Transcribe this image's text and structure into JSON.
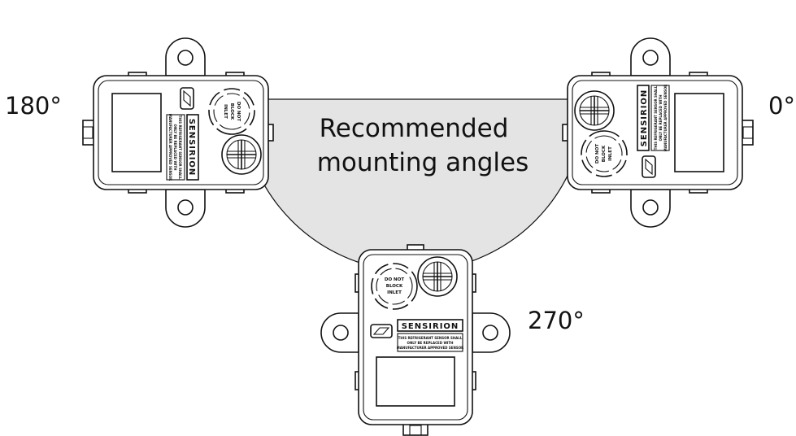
{
  "caption": {
    "line1": "Recommended",
    "line2": "mounting angles"
  },
  "angles": {
    "a180": "180°",
    "a0": "0°",
    "a270": "270°"
  },
  "sensor": {
    "brand": "SENSIRION",
    "inlet_lines": [
      "DO NOT",
      "BLOCK",
      "INLET"
    ],
    "warning_lines": [
      "THIS REFRIGERANT SENSOR SHALL",
      "ONLY BE REPLACED WITH",
      "MANUFACTURER APPROVED SENSOR"
    ]
  },
  "colors": {
    "sector_fill": "#e4e4e4",
    "ink": "#111111"
  }
}
